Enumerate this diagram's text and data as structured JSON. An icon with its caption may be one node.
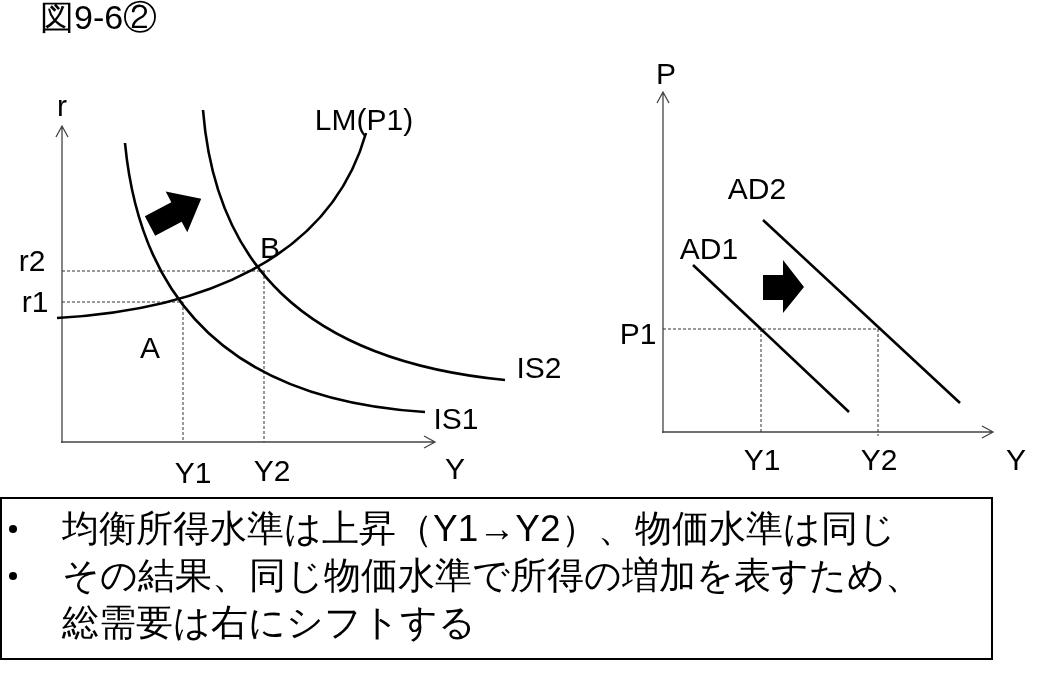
{
  "diagram": {
    "title": "図9-6②",
    "nodes": [
      {
        "text": [
          "均衡所得水準は上昇（Y1→Y2）、物価水準は同じ",
          "その結果、同じ物価水準で所得の増加を表すため、総需要は右にシフトする"
        ]
      }
    ],
    "labels": [
      "r",
      "LM(P1)",
      "r2",
      "B",
      "r1",
      "A",
      "IS2",
      "IS1",
      "Y1",
      "Y2",
      "Y",
      "P",
      "AD2",
      "AD1",
      "P1",
      "Y1",
      "Y2",
      "Y"
    ]
  }
}
